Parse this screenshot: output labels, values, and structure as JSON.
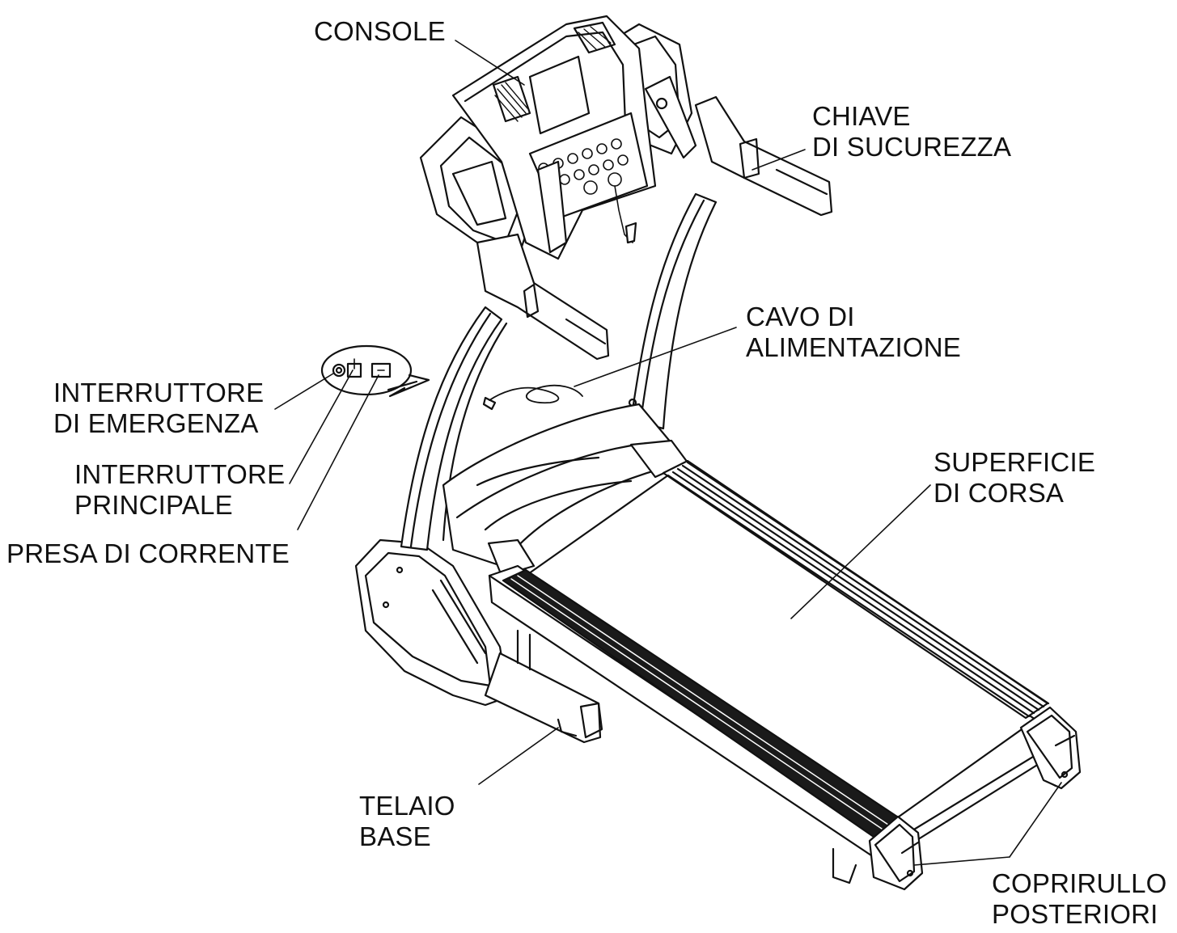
{
  "labels": {
    "console": [
      "CONSOLE"
    ],
    "safety_key": [
      "CHIAVE",
      "DI SUCUREZZA"
    ],
    "power_cable": [
      "CAVO DI",
      "ALIMENTAZIONE"
    ],
    "emergency_switch": [
      "INTERRUTTORE",
      "DI EMERGENZA"
    ],
    "main_switch": [
      "INTERRUTTORE",
      "PRINCIPALE"
    ],
    "power_socket": [
      "PRESA DI CORRENTE"
    ],
    "running_surface": [
      "SUPERFICIE",
      "DI CORSA"
    ],
    "base_frame": [
      "TELAIO",
      "BASE"
    ],
    "rear_roller_covers": [
      "COPRIRULLO",
      "POSTERIORI"
    ]
  },
  "colors": {
    "line": "#111111",
    "belt": "#1a1a1a",
    "background": "#ffffff"
  }
}
